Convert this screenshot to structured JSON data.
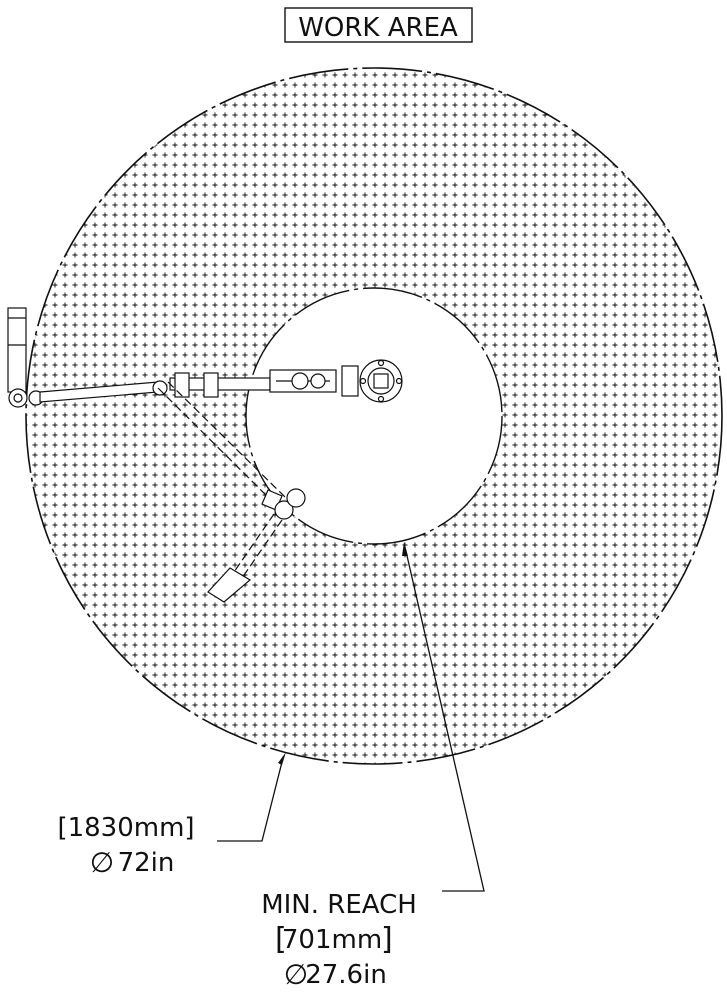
{
  "title": "WORK AREA",
  "outer_dimension": {
    "metric": "[1830mm]",
    "diameter_symbol": "∅",
    "imperial": "72in"
  },
  "inner_dimension": {
    "label": "MIN. REACH",
    "metric_value": "701mm",
    "diameter_symbol": "∅",
    "imperial": "27.6in"
  },
  "colors": {
    "line": "#111111",
    "background": "#ffffff"
  }
}
